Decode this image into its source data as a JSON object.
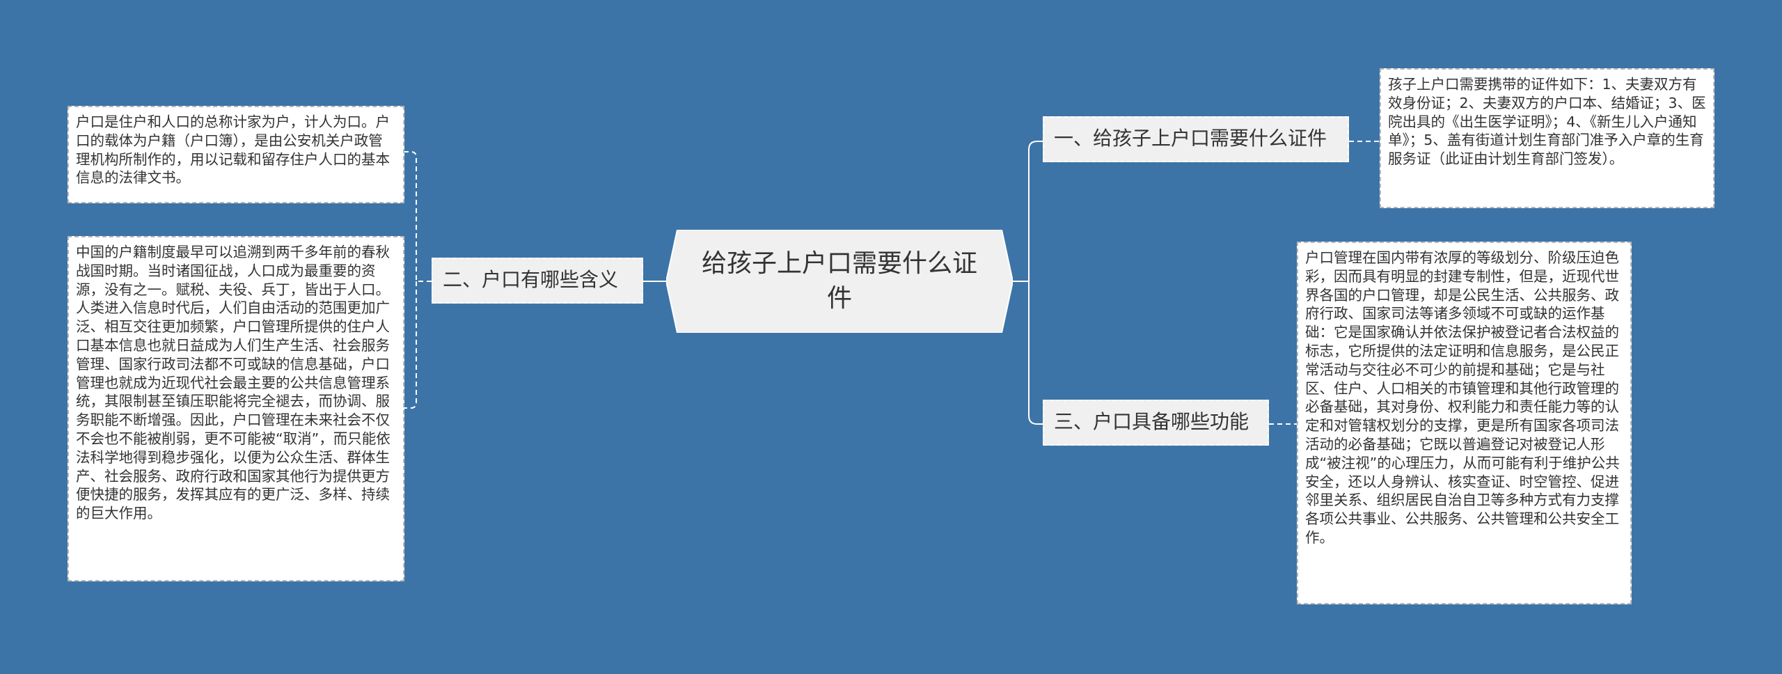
{
  "root": {
    "title": "给孩子上户口需要什么证件"
  },
  "branches": {
    "b1": {
      "label": "一、给孩子上户口需要什么证件",
      "leaves": [
        "孩子上户口需要携带的证件如下：1、夫妻双方有效身份证；2、夫妻双方的户口本、结婚证；3、医院出具的《出生医学证明》；4、《新生儿入户通知单》；5、盖有街道计划生育部门准予入户章的生育服务证（此证由计划生育部门签发）。"
      ]
    },
    "b2": {
      "label": "二、户口有哪些含义",
      "leaves": [
        "户口是住户和人口的总称计家为户，计人为口。户口的载体为户籍（户口簿），是由公安机关户政管理机构所制作的，用以记载和留存住户人口的基本信息的法律文书。",
        "中国的户籍制度最早可以追溯到两千多年前的春秋战国时期。当时诸国征战，人口成为最重要的资源，没有之一。赋税、夫役、兵丁，皆出于人口。人类进入信息时代后，人们自由活动的范围更加广泛、相互交往更加频繁，户口管理所提供的住户人口基本信息也就日益成为人们生产生活、社会服务管理、国家行政司法都不可或缺的信息基础，户口管理也就成为近现代社会最主要的公共信息管理系统，其限制甚至镇压职能将完全褪去，而协调、服务职能不断增强。因此，户口管理在未来社会不仅不会也不能被削弱，更不可能被“取消”，而只能依法科学地得到稳步强化，以便为公众生活、群体生产、社会服务、政府行政和国家其他行为提供更方便快捷的服务，发挥其应有的更广泛、多样、持续的巨大作用。"
      ]
    },
    "b3": {
      "label": "三、户口具备哪些功能",
      "leaves": [
        "户口管理在国内带有浓厚的等级划分、阶级压迫色彩，因而具有明显的封建专制性，但是，近现代世界各国的户口管理，却是公民生活、公共服务、政府行政、国家司法等诸多领域不可或缺的运作基础：它是国家确认并依法保护被登记者合法权益的标志，它所提供的法定证明和信息服务，是公民正常活动与交往必不可少的前提和基础；它是与社区、住户、人口相关的市镇管理和其他行政管理的必备基础，其对身份、权利能力和责任能力等的认定和对管辖权划分的支撑，更是所有国家各项司法活动的必备基础；它既以普遍登记对被登记人形成“被注视”的心理压力，从而可能有利于维护公共安全，还以人身辨认、核实查证、时空管控、促进邻里关系、组织居民自治自卫等多种方式有力支撑各项公共事业、公共服务、公共管理和公共安全工作。"
      ]
    }
  },
  "colors": {
    "background": "#3d74a7",
    "root_fill": "#f0f0f0",
    "branch_fill": "#f0f0f0",
    "leaf_fill": "#ffffff",
    "connector": "#ffffff"
  }
}
